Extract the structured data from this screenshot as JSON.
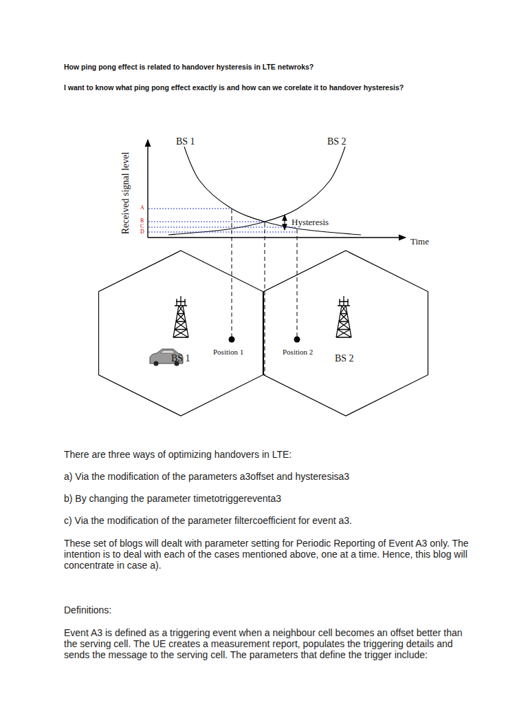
{
  "diagram": {
    "title": "How ping pong effect is related to handover hysteresis in LTE netwroks?",
    "nodes": [
      {
        "text": [
          "BS 1",
          "Position 1"
        ]
      },
      {
        "text": [
          "Position 2",
          "BS 2"
        ]
      }
    ],
    "labels": [
      "I want to know what ping pong effect exactly is and how can we corelate it to handover hysteresis?",
      "BS 1",
      "BS 2",
      "Received signal level",
      "A",
      "B",
      "C",
      "D",
      "Hysteresis",
      "Time",
      "There are three ways of optimizing handovers in LTE:",
      "a) Via the modification of the parameters a3offset and hysteresisa3",
      "b) By changing the parameter timetotriggereventa3",
      "c) Via the modification of the parameter filtercoefficient for event a3.",
      "These set of blogs will dealt with parameter setting for Periodic Reporting of Event A3 only. The intention is to deal with each of the cases mentioned above, one at a time. Hence, this blog will concentrate in case a).",
      "Definitions:",
      "Event A3 is defined as a triggering event when a neighbour cell becomes an offset better than the serving cell. The UE creates a measurement report, populates the triggering details and sends the message to the serving cell. The parameters that define the trigger include:"
    ]
  }
}
